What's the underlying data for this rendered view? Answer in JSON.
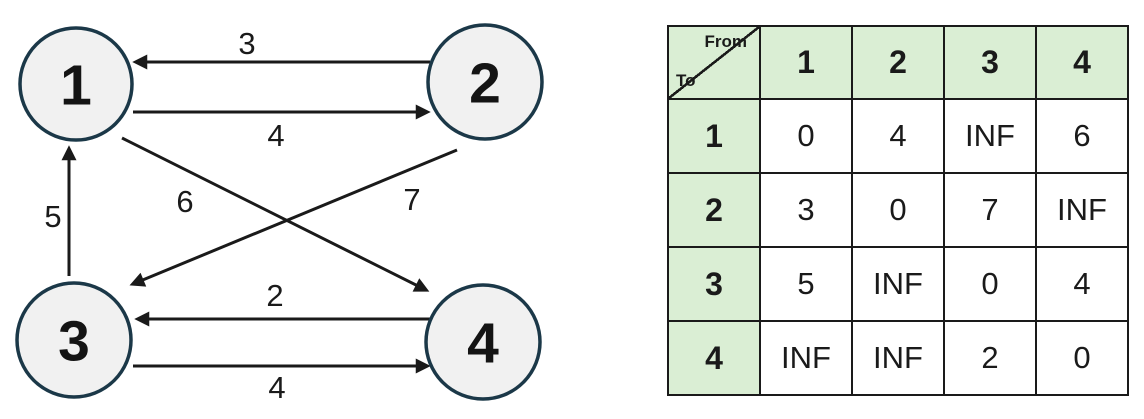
{
  "graph": {
    "nodes": [
      {
        "label": "1"
      },
      {
        "label": "2"
      },
      {
        "label": "3"
      },
      {
        "label": "4"
      }
    ],
    "edges": [
      {
        "name": "edge-2-to-1",
        "weight": "3"
      },
      {
        "name": "edge-1-to-2",
        "weight": "4"
      },
      {
        "name": "edge-3-to-1",
        "weight": "5"
      },
      {
        "name": "edge-1-to-4",
        "weight": "6"
      },
      {
        "name": "edge-2-to-3",
        "weight": "7"
      },
      {
        "name": "edge-4-to-3",
        "weight": "2"
      },
      {
        "name": "edge-3-to-4",
        "weight": "4"
      }
    ],
    "colors": {
      "node_fill": "#f1f1f1",
      "node_border": "#1b3848",
      "edge": "#1a1a1a"
    }
  },
  "matrix": {
    "corner": {
      "from_label": "From",
      "to_label": "To"
    },
    "column_headers": [
      "1",
      "2",
      "3",
      "4"
    ],
    "rows": [
      {
        "header": "1",
        "cells": [
          "0",
          "4",
          "INF",
          "6"
        ]
      },
      {
        "header": "2",
        "cells": [
          "3",
          "0",
          "7",
          "INF"
        ]
      },
      {
        "header": "3",
        "cells": [
          "5",
          "INF",
          "0",
          "4"
        ]
      },
      {
        "header": "4",
        "cells": [
          "INF",
          "INF",
          "2",
          "0"
        ]
      }
    ],
    "colors": {
      "header_bg": "#daeed4",
      "border": "#1a1a1a"
    }
  }
}
